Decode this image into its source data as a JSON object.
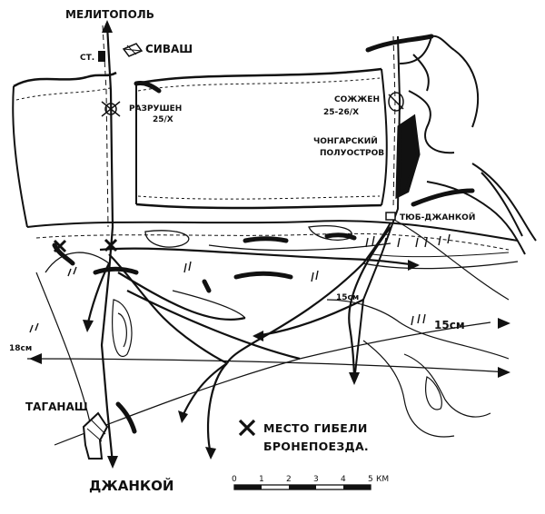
{
  "labels": {
    "melitopol": "МЕЛИТОПОЛЬ",
    "station_abbr": "СТ.",
    "sivash": "СИВАШ",
    "destroyed": "РАЗРУШЕН",
    "destroyed_date": "25/X",
    "burned": "СОЖЖЕН",
    "burned_date": "25-26/X",
    "chongar_line1": "ЧОНГАРСКИЙ",
    "chongar_line2": "ПОЛУОСТРОВ",
    "tyub_dzhankoy": "ТЮБ-ДЖАНКОЙ",
    "depth_15a": "15см",
    "depth_15b": "15см",
    "depth_18": "18см",
    "taganash": "ТАГАНАШ",
    "dzhankoy": "ДЖАНКОЙ"
  },
  "legend": {
    "line1": "МЕСТО ГИБЕЛИ",
    "line2": "БРОНЕПОЕЗДА."
  },
  "scale": {
    "ticks": [
      "0",
      "1",
      "2",
      "3",
      "4",
      "5"
    ],
    "unit": "КМ"
  },
  "icons": {
    "wreck_marker": "x-mark-icon",
    "north_arrow": "arrow-up-icon"
  },
  "colors": {
    "ink": "#111111",
    "paper": "#ffffff"
  }
}
